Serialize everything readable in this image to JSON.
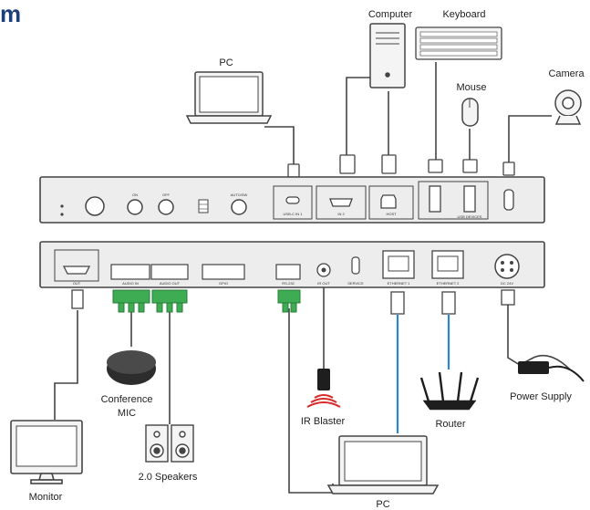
{
  "title_fragment": "m",
  "devices": {
    "pc_top": "PC",
    "computer": "Computer",
    "keyboard": "Keyboard",
    "mouse": "Mouse",
    "camera": "Camera",
    "conference_mic": [
      "Conference",
      "MIC"
    ],
    "speakers": "2.0 Speakers",
    "monitor": "Monitor",
    "ir_blaster": "IR Blaster",
    "router": "Router",
    "power_supply": "Power Supply",
    "pc_bottom": "PC"
  },
  "front_panel": {
    "buttons": [
      "ON",
      "OFF",
      "AUTO/SW"
    ],
    "port_labels": [
      "USB-C IN 1",
      "IN 2",
      "HOST",
      "USB DEVICES"
    ]
  },
  "rear_panel": {
    "port_labels": [
      "OUT",
      "AUDIO IN",
      "AUDIO OUT",
      "GPIO",
      "RS-232",
      "IR OUT",
      "SERVICE",
      "ETHERNET 1",
      "ETHERNET 2",
      "DC 24V"
    ]
  },
  "colors": {
    "line": "#444444",
    "device_fill": "#f4f4f4",
    "panel_fill": "#ededed",
    "terminal_green": "#3dac52",
    "ethernet_blue": "#2f86c8",
    "ir_red": "#d62b2b",
    "title_blue": "#1d3f7a"
  }
}
